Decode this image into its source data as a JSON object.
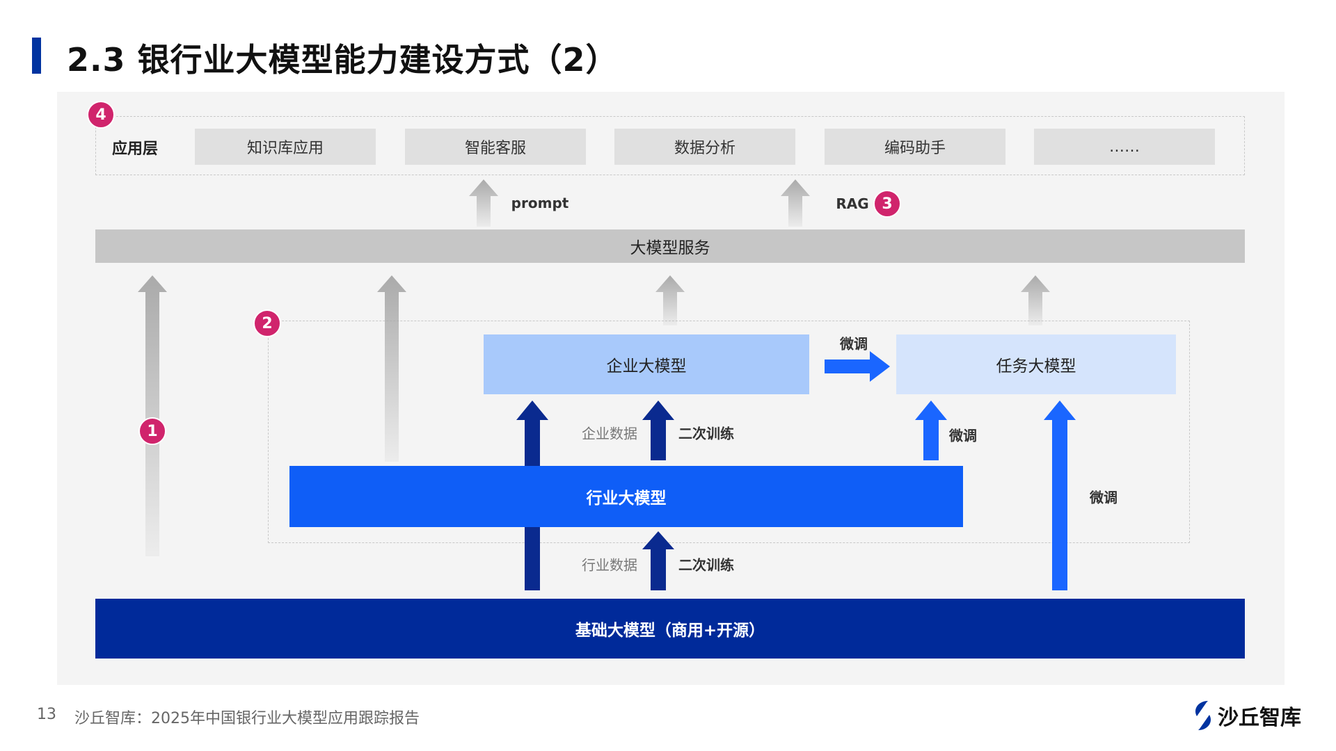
{
  "title": "2.3 银行业大模型能力建设方式（2）",
  "app_layer": {
    "label": "应用层",
    "items": [
      "知识库应用",
      "智能客服",
      "数据分析",
      "编码助手",
      "……"
    ]
  },
  "badges": [
    "1",
    "2",
    "3",
    "4"
  ],
  "labels": {
    "prompt": "prompt",
    "rag": "RAG",
    "service": "大模型服务",
    "enterprise_model": "企业大模型",
    "task_model": "任务大模型",
    "industry_model": "行业大模型",
    "base_model": "基础大模型（商用+开源）",
    "finetune": "微调",
    "enterprise_data": "企业数据",
    "industry_data": "行业数据",
    "secondary_training": "二次训练"
  },
  "footer": {
    "page": "13",
    "source": "沙丘智库：2025年中国银行业大模型应用跟踪报告",
    "logo": "沙丘智库"
  },
  "colors": {
    "base": "#002a9a",
    "industry": "#0f5ef7",
    "enterprise": "#a8c9fb",
    "task": "#d5e4fc",
    "badge": "#d0246c",
    "dark_arrow": "#0a2a8f",
    "blue_arrow": "#1a66ff"
  }
}
